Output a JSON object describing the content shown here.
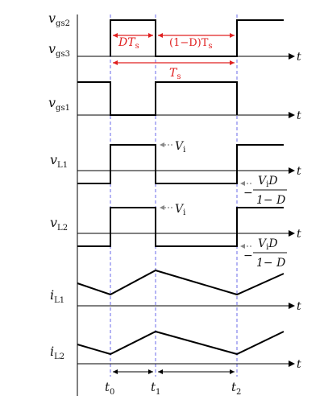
{
  "signals": {
    "vgs2": {
      "base": "v",
      "sub": "gs2"
    },
    "vgs3": {
      "base": "v",
      "sub": "gs3"
    },
    "vgs1": {
      "base": "v",
      "sub": "gs1"
    },
    "vL1": {
      "base": "v",
      "sub": "L1"
    },
    "vL2": {
      "base": "v",
      "sub": "L2"
    },
    "iL1": {
      "base": "i",
      "sub": "L1"
    },
    "iL2": {
      "base": "i",
      "sub": "L2"
    }
  },
  "axis_label": "t",
  "annotations": {
    "dts": {
      "text": "DT",
      "sub": "s"
    },
    "one_minus_d_ts": {
      "text": "(1−D)T",
      "sub": "s"
    },
    "ts": {
      "text": "T",
      "sub": "s"
    },
    "vi": {
      "text": "V",
      "sub": "i"
    },
    "neg_fraction": {
      "minus": "−",
      "num_v": "V",
      "num_sub": "i",
      "num_d": "D",
      "den": "1− D"
    }
  },
  "time_marks": [
    {
      "base": "t",
      "sub": "0"
    },
    {
      "base": "t",
      "sub": "1"
    },
    {
      "base": "t",
      "sub": "2"
    }
  ],
  "colors": {
    "annotation": "#e02020",
    "guide": "#6a6ae8",
    "vi_arrow": "#888888"
  }
}
